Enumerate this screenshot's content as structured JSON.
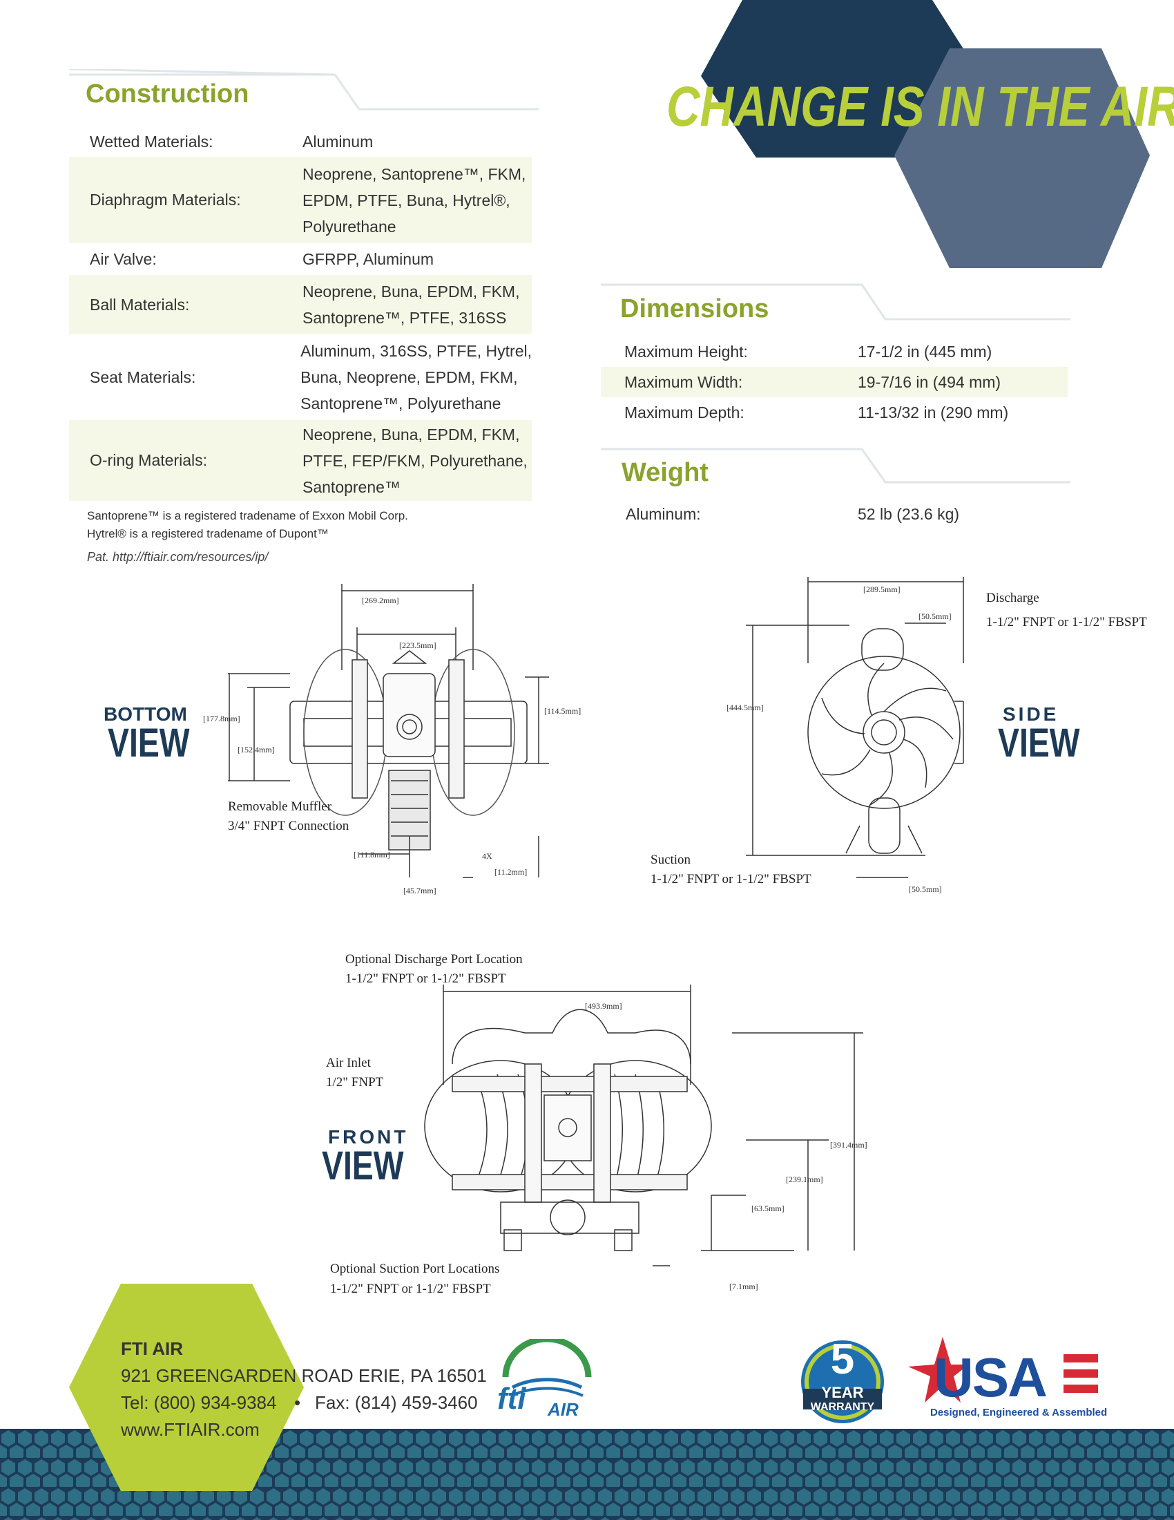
{
  "tagline": "CHANGE IS IN THE AIR",
  "construction": {
    "title": "Construction",
    "rows": [
      {
        "label": "Wetted Materials:",
        "lines": [
          "Aluminum"
        ]
      },
      {
        "label": "Diaphragm Materials:",
        "lines": [
          "Neoprene, Santoprene™, FKM,",
          "EPDM, PTFE, Buna, Hytrel®,",
          "Polyurethane"
        ]
      },
      {
        "label": "Air Valve:",
        "lines": [
          "GFRPP, Aluminum"
        ]
      },
      {
        "label": "Ball Materials:",
        "lines": [
          "Neoprene, Buna, EPDM, FKM,",
          "Santoprene™, PTFE, 316SS"
        ]
      },
      {
        "label": "Seat Materials:",
        "lines": [
          "Aluminum, 316SS, PTFE, Hytrel,",
          "Buna, Neoprene, EPDM, FKM,",
          "Santoprene™,  Polyurethane"
        ]
      },
      {
        "label": "O-ring Materials:",
        "lines": [
          "Neoprene, Buna, EPDM, FKM,",
          "PTFE, FEP/FKM, Polyurethane,",
          "Santoprene™"
        ]
      }
    ],
    "notes": [
      "Santoprene™ is a registered tradename of Exxon Mobil Corp.",
      "Hytrel® is a registered tradename of Dupont™"
    ],
    "patent": "Pat. http://ftiair.com/resources/ip/"
  },
  "dimensions": {
    "title": "Dimensions",
    "rows": [
      {
        "label": "Maximum Height:",
        "value": "17-1/2 in (445 mm)"
      },
      {
        "label": "Maximum Width:",
        "value": "19-7/16 in (494 mm)"
      },
      {
        "label": "Maximum Depth:",
        "value": "11-13/32 in (290 mm)"
      }
    ]
  },
  "weight": {
    "title": "Weight",
    "rows": [
      {
        "label": "Aluminum:",
        "value": "52 lb (23.6 kg)"
      }
    ]
  },
  "views": {
    "bottom": {
      "small": "BOTTOM",
      "big": "VIEW"
    },
    "side": {
      "small": "SIDE",
      "big": "VIEW"
    },
    "front": {
      "small": "FRONT",
      "big": "VIEW"
    }
  },
  "callouts": {
    "muffler_1": "Removable Muffler",
    "muffler_2": "3/4\" FNPT Connection",
    "discharge_1": "Discharge",
    "discharge_2": "1-1/2\" FNPT or 1-1/2\" FBSPT",
    "suction_1": "Suction",
    "suction_2": "1-1/2\" FNPT or 1-1/2\" FBSPT",
    "opt_discharge_1": "Optional Discharge Port Location",
    "opt_discharge_2": "1-1/2\" FNPT or 1-1/2\" FBSPT",
    "air_inlet_1": "Air Inlet",
    "air_inlet_2": "1/2\" FNPT",
    "opt_suction_1": "Optional Suction Port Locations",
    "opt_suction_2": "1-1/2\" FNPT or 1-1/2\" FBSPT"
  },
  "dims": {
    "b_top1": "[269.2mm]",
    "b_top2": "[223.5mm]",
    "b_left1": "[177.8mm]",
    "b_left2": "[152.4mm]",
    "b_right": "[114.5mm]",
    "b_bot1": "[111.8mm]",
    "b_bot2": "[11.2mm]",
    "b_bot3": "[45.7mm]",
    "b_4x": "4X",
    "s_top": "[289.5mm]",
    "s_top2": "[50.5mm]",
    "s_left": "[444.5mm]",
    "s_bot": "[50.5mm]",
    "f_top": "[493.9mm]",
    "f_r1": "[391.4mm]",
    "f_r2": "[239.1mm]",
    "f_r3": "[63.5mm]",
    "f_r4": "[7.1mm]"
  },
  "footer": {
    "company": "FTI AIR",
    "address": "921 GREENGARDEN ROAD  ERIE, PA 16501",
    "phone": "Tel: (800) 934-9384",
    "sep": "•",
    "fax": "Fax: (814) 459-3460",
    "web": "www.FTIAIR.com",
    "logo_fti": "fti",
    "logo_air": "AIR",
    "warranty_num": "5",
    "warranty_1": "YEAR",
    "warranty_2": "WARRANTY",
    "usa": "USA",
    "usa_sub": "Designed, Engineered & Assembled"
  },
  "colors": {
    "green": "#8aa32c",
    "lime": "#b8cf3a",
    "navy": "#1d3a57",
    "slate": "#566a85",
    "shade": "#f5f8e7"
  }
}
